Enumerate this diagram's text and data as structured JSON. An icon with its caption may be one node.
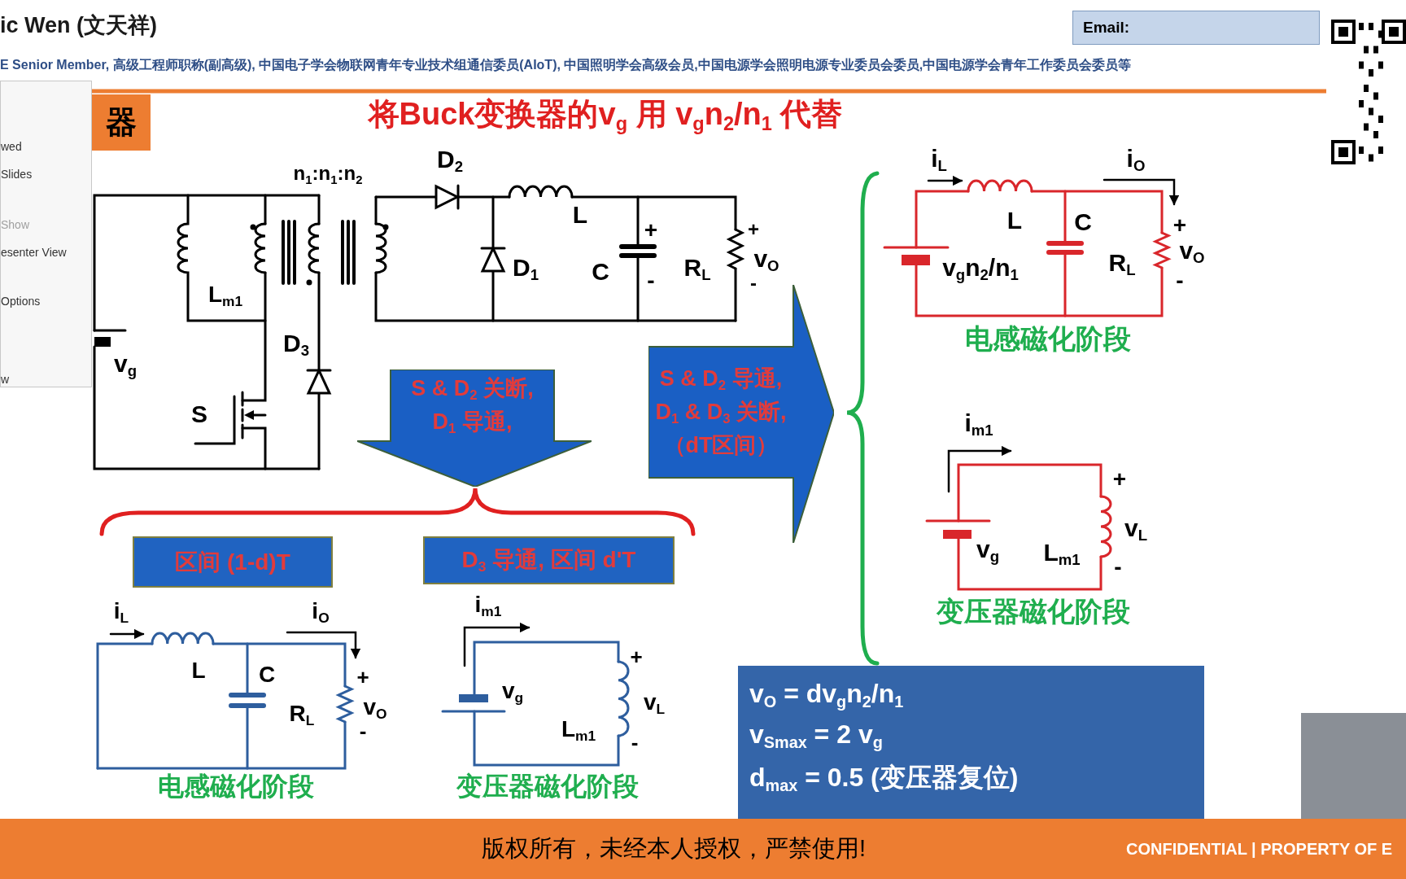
{
  "diagram": {
    "title": "将Buck变换器的v$_{g}$ 用 v$_{g}$n$_{2}$/n$_{1}$ 代替",
    "nodes": [
      {
        "text": [
          "Email:"
        ]
      },
      {
        "text": [],
        "shape": "picture"
      },
      {
        "text": [
          "wed",
          "Slides",
          "Show",
          "esenter View",
          "Options",
          "w"
        ]
      },
      {
        "text": [
          "器"
        ]
      },
      {
        "text": [
          "S & D$_{2}$ 关断, D$_{1}$ 导通,"
        ]
      },
      {
        "text": [
          "S & D$_{2}$ 导通, D$_{1}$ & D$_{3}$ 关断,（dT区间）"
        ]
      },
      {
        "text": [
          "区间 (1-d)T"
        ]
      },
      {
        "text": [
          "D$_{3}$ 导通, 区间 d'T"
        ]
      },
      {
        "text": [
          "v$_{O}$ =  dv$_{g}$n$_{2}$/n$_{1}$",
          "v$_{Smax}$ = 2 v$_{g}$",
          "d$_{max}$ = 0.5 (变压器复位)"
        ]
      },
      {
        "text": [],
        "shape": "box"
      },
      {
        "text": [
          "版权所有，未经本人授权，严禁使用!",
          "CONFIDENTIAL  |  PROPERTY OF E"
        ]
      }
    ],
    "edges": [],
    "labels": [
      "ic Wen (文天祥)",
      "E Senior Member, 高级工程师职称(副高级), 中国电子学会物联网青年专业技术组通信委员(AIoT), 中国照明学会高级会员,中国电源学会照明电源专业委员会委员,中国电源学会青年工作委员会委员等",
      "n$_{1}$:n$_{1}$:n$_{2}$",
      "D$_{2}$",
      "L",
      "+",
      "+",
      "L$_{m1}$",
      "D$_{1}$",
      "C",
      "-",
      "R$_{L}$",
      "v$_{O}$",
      "-",
      "D$_{3}$",
      "v$_{g}$",
      "S",
      "i$_{L}$",
      "i$_{O}$",
      "L",
      "C",
      "+",
      "v$_{g}$n$_{2}$/n$_{1}$",
      "R$_{L}$",
      "v$_{O}$",
      "-",
      "电感磁化阶段",
      "i$_{m1}$",
      "+",
      "v$_{g}$",
      "L$_{m1}$",
      "v$_{L}$",
      "-",
      "i$_{L}$",
      "i$_{O}$",
      "i$_{m1}$",
      "变压器磁化阶段",
      "L",
      "C",
      "+",
      "R$_{L}$",
      "v$_{O}$",
      "-",
      "电感磁化阶段",
      "v$_{g}$",
      "+",
      "v$_{L}$",
      "L$_{m1}$",
      "-",
      "变压器磁化阶段"
    ]
  }
}
